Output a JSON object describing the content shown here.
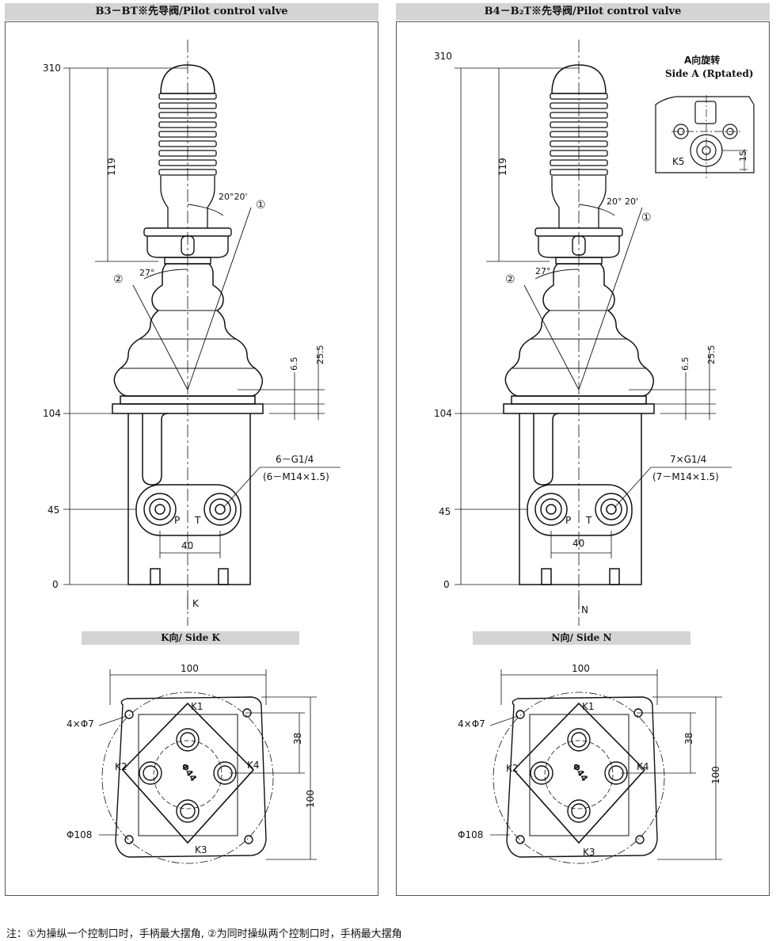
{
  "left": {
    "title": "B3－BT※先导阀/Pilot control valve",
    "dims": {
      "d310": "310",
      "d119": "119",
      "d104": "104",
      "d45": "45",
      "d0": "0",
      "d40": "40",
      "d6_5": "6.5",
      "d25_5": "25.5",
      "angle1": "20°20'",
      "angle2": "27°"
    },
    "callouts": {
      "one": "①",
      "two": "②"
    },
    "port_spec_1": "6－G1/4",
    "port_spec_2": "(6－M14×1.5)",
    "port_p": "P",
    "port_t": "T",
    "view_arrow": "K",
    "side_title": "K向/ Side K",
    "side": {
      "w100": "100",
      "h100": "100",
      "d38": "38",
      "k1": "K1",
      "k2": "K2",
      "k3": "K3",
      "k4": "K4",
      "holes": "4×Φ7",
      "dia108": "Φ108",
      "dia44": "Φ44"
    }
  },
  "right": {
    "title": "B4－B₂T※先导阀/Pilot control  valve",
    "dims": {
      "d310": "310",
      "d119": "119",
      "d104": "104",
      "d45": "45",
      "d0": "0",
      "d40": "40",
      "d6_5": "6.5",
      "d25_5": "25.5",
      "angle1": "20°  20'",
      "angle2": "27°"
    },
    "callouts": {
      "one": "①",
      "two": "②"
    },
    "port_spec_1": "7×G1/4",
    "port_spec_2": "(7－M14×1.5)",
    "port_p": "P",
    "port_t": "T",
    "view_arrow": "N",
    "side_title": "N向/ Side N",
    "side": {
      "w100": "100",
      "h100": "100",
      "d38": "38",
      "k1": "K1",
      "k2": "K2",
      "k3": "K3",
      "k4": "K4",
      "holes": "4×Φ7",
      "dia108": "Φ108",
      "dia44": "Φ44"
    },
    "inset": {
      "title1": "A向旋转",
      "title2": "Side A (Rptated)",
      "k5": "K5",
      "d15": "15"
    }
  },
  "note": "注：①为操纵一个控制口时，手柄最大摆角,          ②为同时操纵两个控制口时，手柄最大摆角"
}
